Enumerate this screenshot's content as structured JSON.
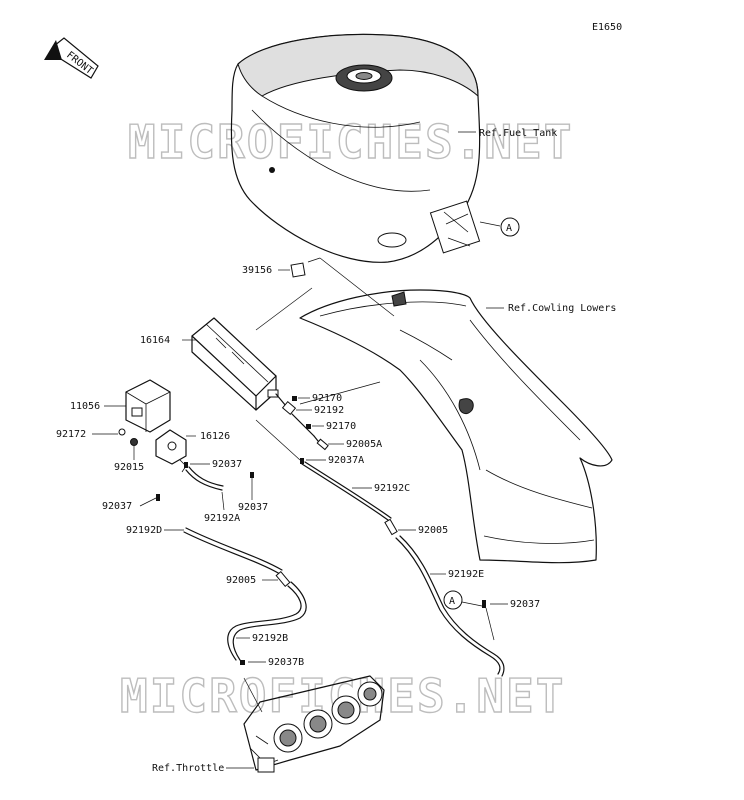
{
  "diagram_code": "E1650",
  "front_label": "FRONT",
  "watermark": "MICROFICHES.NET",
  "callout_letter": "A",
  "refs": {
    "fuel_tank": "Ref.Fuel Tank",
    "cowling": "Ref.Cowling Lowers",
    "throttle": "Ref.Throttle"
  },
  "parts": {
    "p39156": "39156",
    "p16164": "16164",
    "p11056": "11056",
    "p92172": "92172",
    "p16126": "16126",
    "p92015": "92015",
    "p92170a": "92170",
    "p92192": "92192",
    "p92170b": "92170",
    "p92005a": "92005A",
    "p92037a_top": "92037A",
    "p92037_mid": "92037",
    "p92192c": "92192C",
    "p92037_left": "92037",
    "p92192a": "92192A",
    "p92037_low": "92037",
    "p92192d": "92192D",
    "p92005_right": "92005",
    "p92005_left": "92005",
    "p92192e": "92192E",
    "p92037_a": "92037",
    "p92192b": "92192B",
    "p92037b": "92037B"
  }
}
